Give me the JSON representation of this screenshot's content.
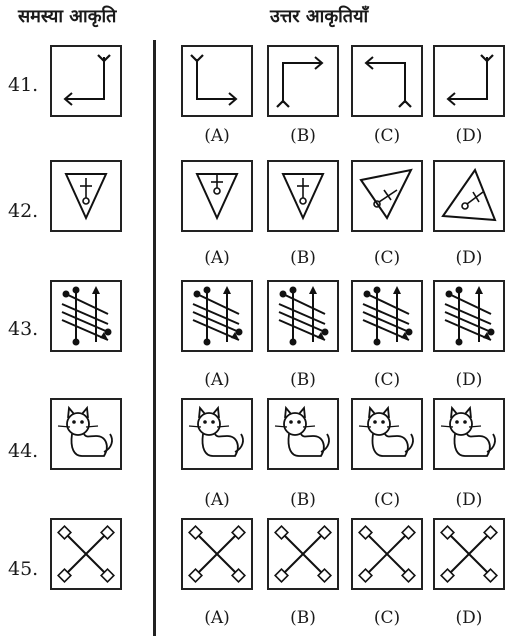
{
  "headings": {
    "problem_figure": "समस्या आकृति",
    "answer_figures": "उत्तर आकृतियाँ"
  },
  "option_labels": [
    "(A)",
    "(B)",
    "(C)",
    "(D)"
  ],
  "questions": [
    {
      "number": "41."
    },
    {
      "number": "42."
    },
    {
      "number": "43."
    },
    {
      "number": "44."
    },
    {
      "number": "45."
    }
  ]
}
